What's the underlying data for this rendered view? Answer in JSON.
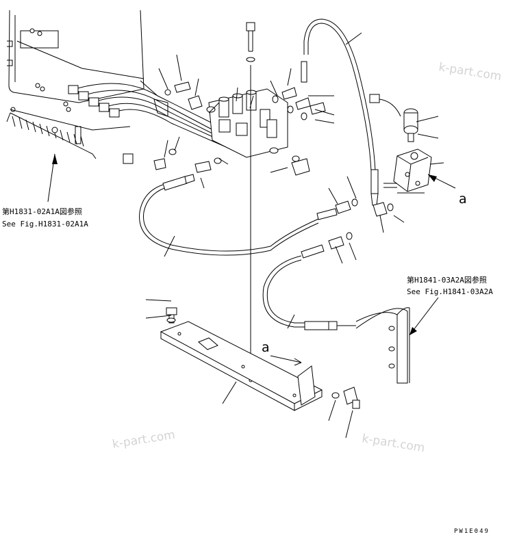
{
  "refs": {
    "left_jp": "第H1831-02A1A図参照",
    "left_en": "See Fig.H1831-02A1A",
    "right_jp": "第H1841-03A2A図参照",
    "right_en": "See Fig.H1841-03A2A"
  },
  "view_marks": {
    "top_right": "a",
    "bottom": "a"
  },
  "watermark": {
    "top": "k-part.com",
    "bottom_left": "k-part.com",
    "bottom_right": "k-part.com"
  },
  "drawing_code": "PW1E049"
}
